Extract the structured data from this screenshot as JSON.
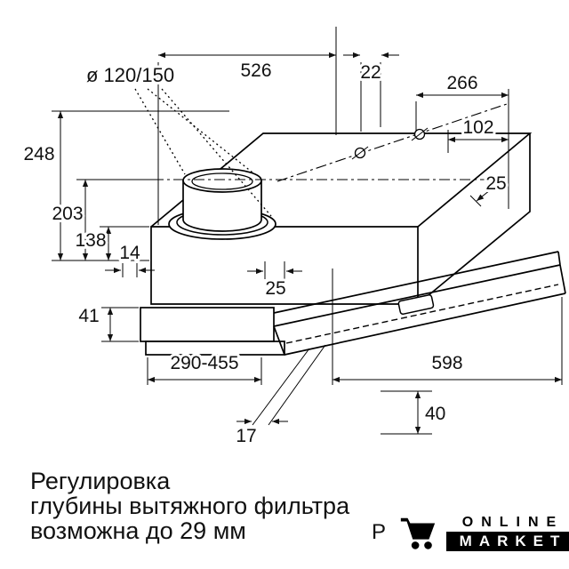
{
  "diagram": {
    "dims": {
      "diameter": "ø 120/150",
      "top_width": "526",
      "hole_gap": "22",
      "back_right": "266",
      "mid_right": "102",
      "small_right": "25",
      "total_height": "248",
      "body_height": "203",
      "front_height": "138",
      "left_gap": "14",
      "center_gap": "25",
      "frame_height": "41",
      "depth_range": "290-455",
      "panel_width": "598",
      "bottom_drop": "40",
      "front_lip": "17"
    }
  },
  "caption": {
    "line1": "Регулировка",
    "line2": "глубины вытяжного фильтра",
    "line3": "возможна до 29 мм"
  },
  "watermark": {
    "prefix": "P",
    "brand_top": "ONLINE",
    "brand_bottom": "MARKET"
  }
}
